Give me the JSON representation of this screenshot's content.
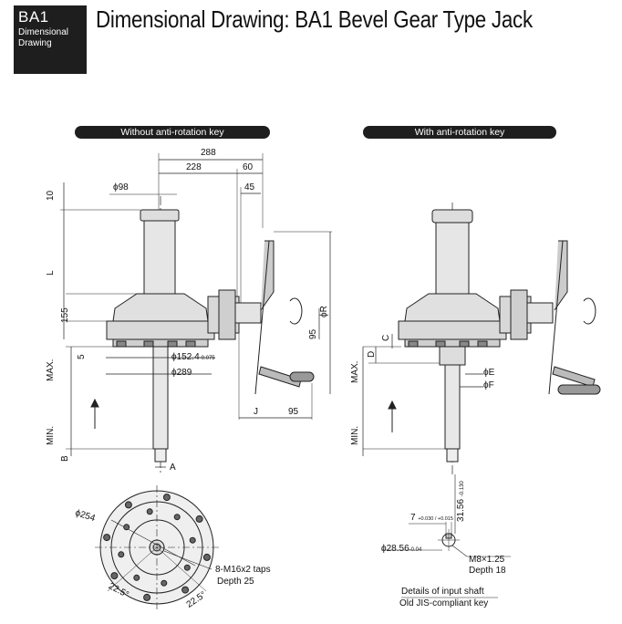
{
  "header": {
    "badge_code": "BA1",
    "badge_line1": "Dimensional",
    "badge_line2": "Drawing",
    "title": "Dimensional Drawing: BA1 Bevel Gear Type Jack"
  },
  "left_view": {
    "caption": "Without anti-rotation key",
    "dims": {
      "d288": "288",
      "d228": "228",
      "d60": "60",
      "d45": "45",
      "d10": "10",
      "phi98": "ϕ98",
      "L": "L",
      "d155": "155",
      "d5": "5",
      "phi152": "ϕ152.4",
      "tol152": "-0.075",
      "phi289": "ϕ289",
      "max": "MAX.",
      "min": "MIN.",
      "B": "B",
      "A": "A",
      "J": "J",
      "d95a": "95",
      "d95b": "95",
      "phiR": "ϕR"
    }
  },
  "right_view": {
    "caption": "With anti-rotation key",
    "dims": {
      "C": "C",
      "D": "D",
      "phiE": "ϕE",
      "phiF": "ϕF",
      "max": "MAX.",
      "min": "MIN."
    }
  },
  "bottom_view": {
    "phi254": "ϕ254",
    "taps": "8-M16x2 taps",
    "depth": "Depth 25",
    "ang1": "22.5°",
    "ang2": "22.5°"
  },
  "shaft_detail": {
    "d7": "7",
    "tol7": "+0.030 / +0.015",
    "d3156": "31.56",
    "tol3156": "-0.130",
    "phi2856": "ϕ28.56",
    "tol2856": "-0.04",
    "m8": "M8×1.25",
    "depth": "Depth 18",
    "caption1": "Details of input shaft",
    "caption2": "Old JIS-compliant key"
  }
}
